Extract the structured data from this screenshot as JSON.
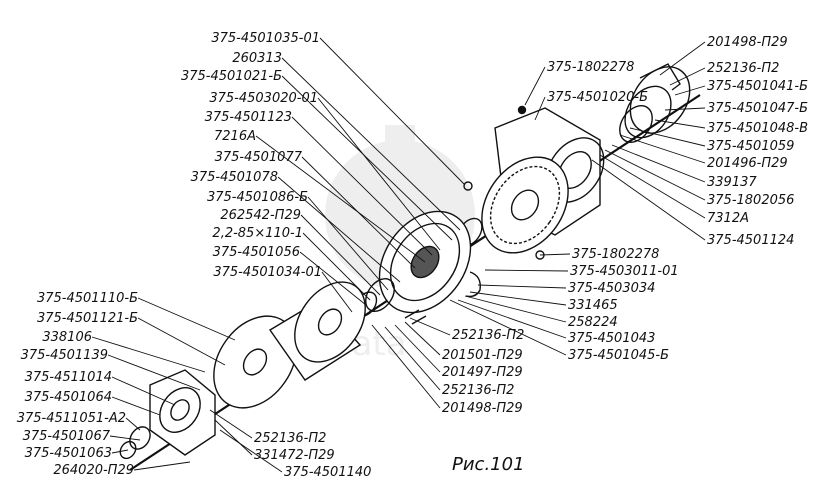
{
  "figure": {
    "caption": "Рис.101",
    "watermark": "data"
  },
  "labels": {
    "left": [
      "375-4501035-01",
      "260313",
      "375-4501021-Б",
      "375-4503020-01",
      "375-4501123",
      "7216А",
      "375-4501077",
      "375-4501078",
      "375-4501086-Б",
      "262542-П29",
      "2,2-85×110-1",
      "375-4501056",
      "375-4501034-01"
    ],
    "lower_left": [
      "375-4501110-Б",
      "375-4501121-Б",
      "338106",
      "375-4501139",
      "375-4511014",
      "375-4501064",
      "375-4511051-А2",
      "375-4501067",
      "375-4501063",
      "264020-П29"
    ],
    "bottom": [
      "252136-П2",
      "331472-П29",
      "375-4501140"
    ],
    "center_bottom": [
      "252136-П2",
      "201501-П29",
      "201497-П29",
      "252136-П2",
      "201498-П29"
    ],
    "right_middle": [
      "375-1802278",
      "375-4503011-01",
      "375-4503034",
      "331465",
      "258224",
      "375-4501043",
      "375-4501045-Б"
    ],
    "top_middle": [
      "375-1802278",
      "375-4501020-Б"
    ],
    "right": [
      "201498-П29",
      "252136-П2",
      "375-4501041-Б",
      "375-4501047-Б",
      "375-4501048-В",
      "375-4501059",
      "201496-П29",
      "339137",
      "375-1802056",
      "7312А",
      "375-4501124"
    ]
  }
}
